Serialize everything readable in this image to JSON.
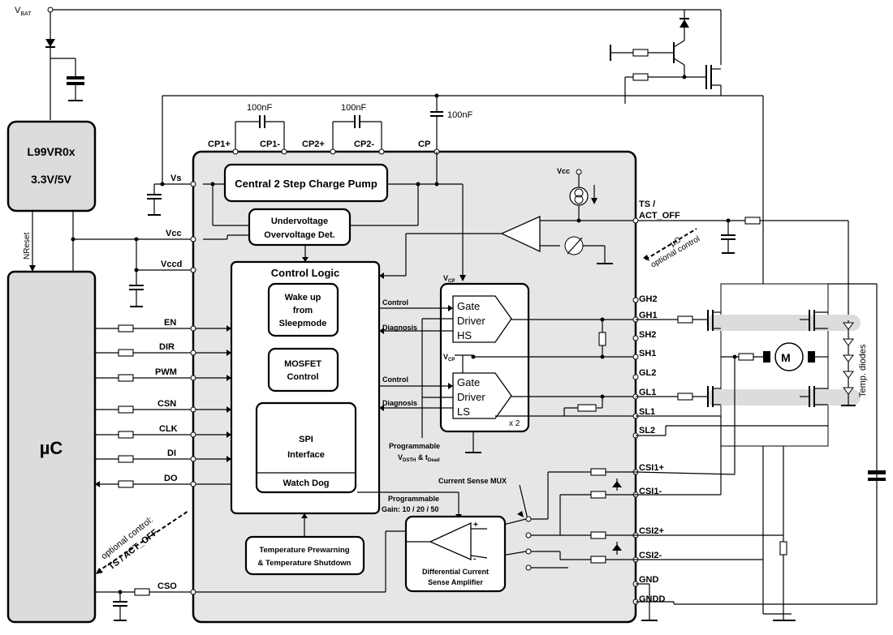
{
  "power": {
    "vbat_main": "V",
    "vbat_sub": "BAT"
  },
  "regulator": {
    "name": "L99VR0x",
    "voltage": "3.3V/5V"
  },
  "nreset": "NReset",
  "uc": {
    "label": "µC"
  },
  "caps": {
    "c1": "100nF",
    "c2": "100nF",
    "c3": "100nF"
  },
  "pins_top": {
    "cp1p": "CP1+",
    "cp1m": "CP1-",
    "cp2p": "CP2+",
    "cp2m": "CP2-",
    "cp": "CP"
  },
  "pins_left": {
    "vs": "Vs",
    "vcc": "Vcc",
    "vccd": "Vccd",
    "en": "EN",
    "dir": "DIR",
    "pwm": "PWM",
    "csn": "CSN",
    "clk": "CLK",
    "di": "DI",
    "do": "DO",
    "cso": "CSO"
  },
  "pins_right": {
    "ts": "TS /",
    "act_off": "ACT_OFF",
    "gh2": "GH2",
    "gh1": "GH1",
    "sh2": "SH2",
    "sh1": "SH1",
    "gl2": "GL2",
    "gl1": "GL1",
    "sl1": "SL1",
    "sl2": "SL2",
    "csi1p": "CSI1+",
    "csi1m": "CSI1-",
    "csi2p": "CSI2+",
    "csi2m": "CSI2-",
    "gnd": "GND",
    "gndd": "GNDD"
  },
  "blocks": {
    "charge_pump": "Central 2 Step Charge Pump",
    "uv_line1": "Undervoltage",
    "uv_line2": "Overvoltage Det.",
    "control_logic": "Control Logic",
    "wake_line1": "Wake up",
    "wake_line2": "from",
    "wake_line3": "Sleepmode",
    "mosfet_line1": "MOSFET",
    "mosfet_line2": "Control",
    "spi_line1": "SPI",
    "spi_line2": "Interface",
    "watchdog": "Watch Dog",
    "temp_line1": "Temperature Prewarning",
    "temp_line2": "& Temperature Shutdown",
    "gate_hs_1": "Gate",
    "gate_hs_2": "Driver",
    "gate_hs_3": "HS",
    "gate_ls_1": "Gate",
    "gate_ls_2": "Driver",
    "gate_ls_3": "LS",
    "x2": "x 2",
    "diff_line1": "Differential Current",
    "diff_line2": "Sense Amplifier"
  },
  "labels": {
    "vcc_src": "Vcc",
    "vcp_top": "V",
    "vcp_top_sub": "CP",
    "vcp_bot": "V",
    "vcp_bot_sub": "CP",
    "control1": "Control",
    "diagnosis1": "Diagnosis",
    "control2": "Control",
    "diagnosis2": "Diagnosis",
    "programmable1": "Programmable",
    "vdsth": "V",
    "vdsth_sub": "DSTH",
    "amp_and": " & t",
    "tdead_sub": "Dead",
    "current_sense_mux": "Current Sense MUX",
    "prog_gain1": "Programmable",
    "prog_gain2": "Gain: 10 / 20 / 50",
    "plus": "+",
    "minus": "-",
    "uc_optional_1": "µC",
    "uc_optional_2": "optional control",
    "left_optional_1": "optional control:",
    "left_optional_2": "TS / ACT_OFF",
    "temp_diodes": "Temp. diodes",
    "motor": "M"
  }
}
